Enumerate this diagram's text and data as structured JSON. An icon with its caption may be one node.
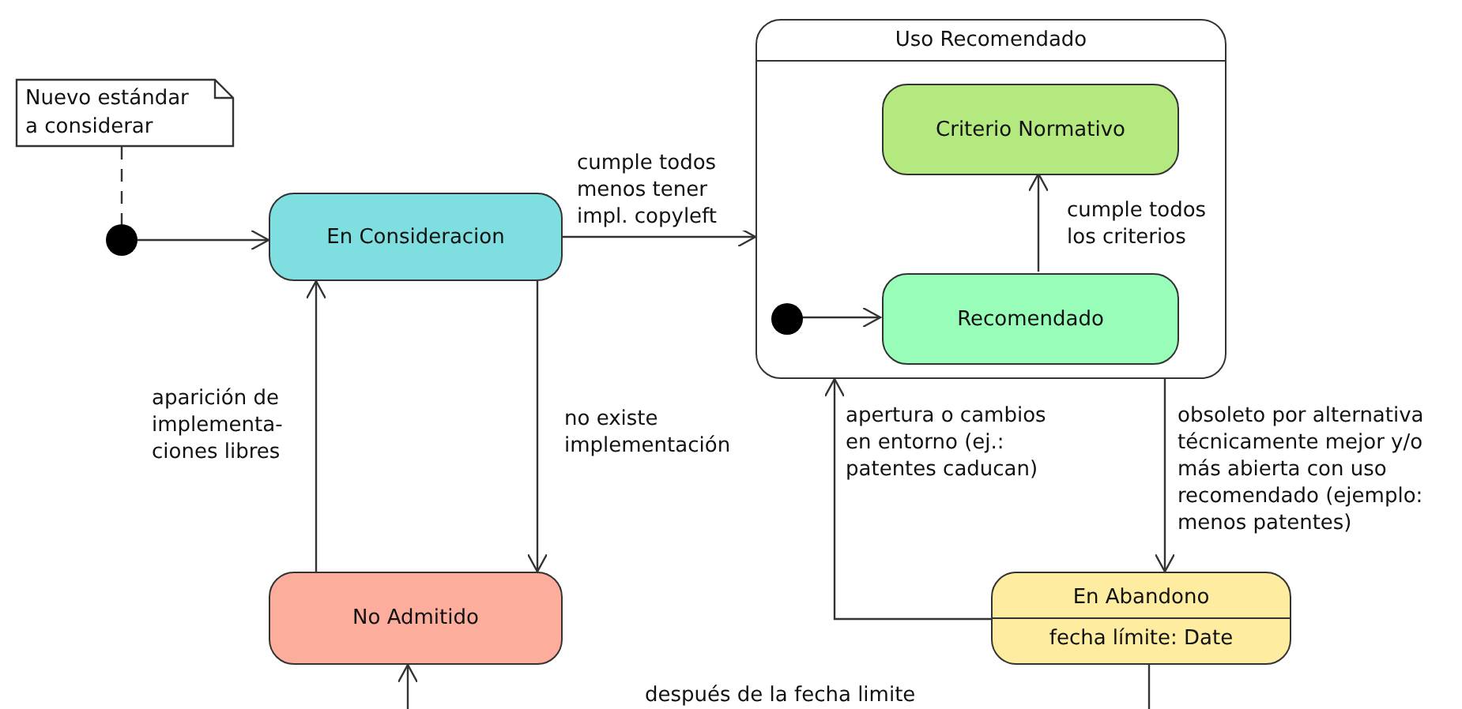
{
  "diagram": {
    "nodes": [
      {
        "text": [
          "Nuevo estándar a considerar"
        ]
      },
      {
        "text": [],
        "shape": "circle"
      },
      {
        "text": [
          "En Consideracion"
        ]
      },
      {
        "text": [
          "Uso Recomendado"
        ]
      },
      {
        "text": [
          "Criterio Normativo"
        ],
        "in": 3
      },
      {
        "text": [],
        "shape": "circle",
        "in": 3
      },
      {
        "text": [
          "Recomendado"
        ],
        "in": 3
      },
      {
        "text": [
          "No Admitido"
        ]
      },
      {
        "text": [
          "En Abandono",
          "fecha límite: Date"
        ]
      }
    ],
    "edges": [
      {
        "from": 0,
        "to": 1,
        "arrow": "none",
        "style": "dashed"
      },
      {
        "from": 1,
        "to": 2,
        "arrow": "to"
      },
      {
        "from": 2,
        "to": 3,
        "arrow": "to",
        "label": "cumple todos menos tener impl. copyleft"
      },
      {
        "from": 6,
        "to": 4,
        "arrow": "to",
        "label": "cumple todos los criterios"
      },
      {
        "from": 5,
        "to": 6,
        "arrow": "to"
      },
      {
        "from": 2,
        "to": 7,
        "arrow": "to",
        "label": "no existe implementación"
      },
      {
        "from": 7,
        "to": 2,
        "arrow": "to",
        "label": "aparición de implementa- ciones libres"
      },
      {
        "from": 8,
        "to": 3,
        "arrow": "to",
        "label": "apertura o cambios en entorno (ej.: patentes caducan)"
      },
      {
        "from": 3,
        "to": 8,
        "arrow": "to",
        "label": "obsoleto por alternativa técnicamente mejor y/o más abierta con uso recomendado (ejemplo: menos patentes)"
      },
      {
        "from": 8,
        "to": 7,
        "arrow": "to",
        "label": "después de la fecha limite"
      }
    ]
  }
}
